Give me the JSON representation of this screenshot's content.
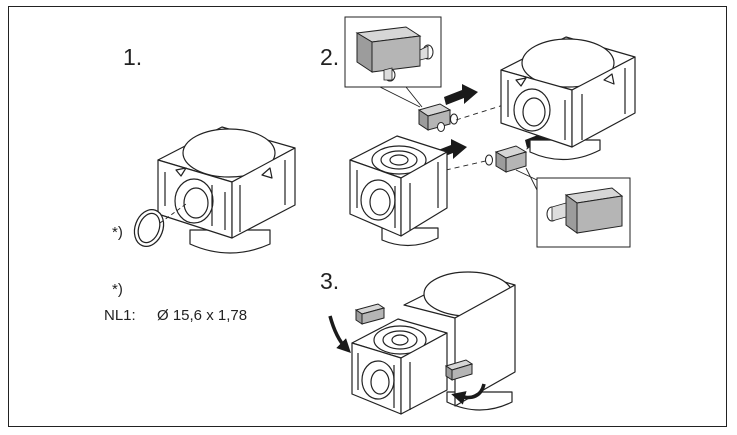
{
  "steps": {
    "one": "1.",
    "two": "2.",
    "three": "3."
  },
  "footnote_marker_callout": "*)",
  "footnote_marker": "*)",
  "note": {
    "label": "NL1:",
    "value": "Ø 15,6 x 1,78"
  },
  "colors": {
    "stroke": "#222222",
    "insert_fill": "#b5b5b5",
    "insert_top": "#d6d6d6",
    "arrow": "#1a1a1a"
  }
}
